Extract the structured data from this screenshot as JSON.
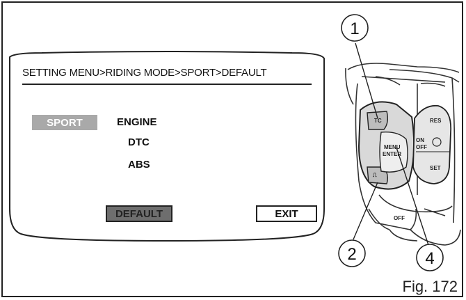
{
  "screen": {
    "breadcrumb": "SETTING MENU>RIDING MODE>SPORT>DEFAULT",
    "mode_tag": "SPORT",
    "menu_items": [
      "ENGINE",
      "DTC",
      "ABS"
    ],
    "default_button": "DEFAULT",
    "exit_button": "EXIT"
  },
  "switchgear": {
    "menu_enter_label": "MENU/ENTER",
    "on_off_label": "ON OFF",
    "res_label": "RES",
    "set_label": "SET",
    "off_label": "OFF"
  },
  "callouts": [
    "1",
    "2",
    "4"
  ],
  "figure_label": "Fig. 172"
}
